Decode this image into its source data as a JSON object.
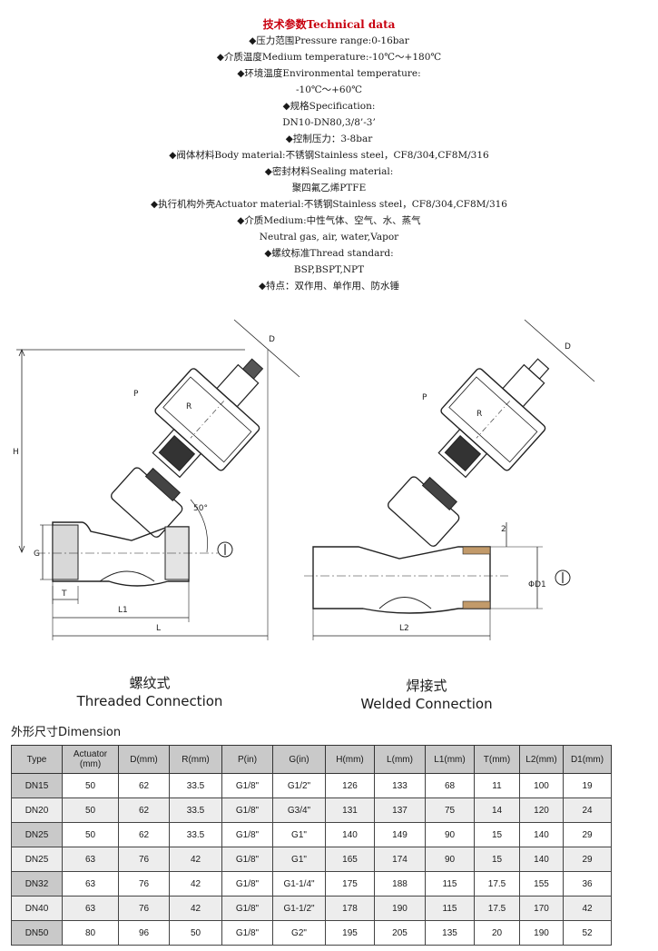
{
  "specs": {
    "title": "技术参数Technical data",
    "lines": [
      "◆压力范围Pressure range:0-16bar",
      "◆介质温度Medium temperature:-10℃～+180℃",
      "◆环境温度Environmental temperature:",
      "-10℃～+60℃",
      "◆规格Specification:",
      "DN10-DN80,3/8’-3’",
      "◆控制压力：3-8bar",
      "◆阀体材料Body material:不锈钢Stainless steel，CF8/304,CF8M/316",
      "◆密封材料Sealing material:",
      "聚四氟乙烯PTFE",
      "◆执行机构外壳Actuator material:不锈钢Stainless steel，CF8/304,CF8M/316",
      "◆介质Medium:中性气体、空气、水、蒸气",
      "Neutral gas, air, water,Vapor",
      "◆螺纹标准Thread standard:",
      "BSP,BSPT,NPT",
      "◆特点：双作用、单作用、防水锤"
    ]
  },
  "drawing": {
    "labels": {
      "D": "D",
      "P": "P",
      "R": "R",
      "H": "H",
      "G": "G",
      "T": "T",
      "L1": "L1",
      "L": "L",
      "angle": "50°",
      "L2": "L2",
      "two": "2",
      "D1": "ΦD1"
    },
    "threaded": {
      "cn": "螺纹式",
      "en": "Threaded Connection"
    },
    "welded": {
      "cn": "焊接式",
      "en": "Welded Connection"
    }
  },
  "dimension": {
    "title": "外形尺寸Dimension",
    "headers": [
      "Type",
      "Actuator (mm)",
      "D(mm)",
      "R(mm)",
      "P(in)",
      "G(in)",
      "H(mm)",
      "L(mm)",
      "L1(mm)",
      "T(mm)",
      "L2(mm)",
      "D1(mm)"
    ],
    "rows": [
      [
        "DN15",
        "50",
        "62",
        "33.5",
        "G1/8\"",
        "G1/2\"",
        "126",
        "133",
        "68",
        "11",
        "100",
        "19"
      ],
      [
        "DN20",
        "50",
        "62",
        "33.5",
        "G1/8\"",
        "G3/4\"",
        "131",
        "137",
        "75",
        "14",
        "120",
        "24"
      ],
      [
        "DN25",
        "50",
        "62",
        "33.5",
        "G1/8\"",
        "G1\"",
        "140",
        "149",
        "90",
        "15",
        "140",
        "29"
      ],
      [
        "DN25",
        "63",
        "76",
        "42",
        "G1/8\"",
        "G1\"",
        "165",
        "174",
        "90",
        "15",
        "140",
        "29"
      ],
      [
        "DN32",
        "63",
        "76",
        "42",
        "G1/8\"",
        "G1-1/4\"",
        "175",
        "188",
        "115",
        "17.5",
        "155",
        "36"
      ],
      [
        "DN40",
        "63",
        "76",
        "42",
        "G1/8\"",
        "G1-1/2\"",
        "178",
        "190",
        "115",
        "17.5",
        "170",
        "42"
      ],
      [
        "DN50",
        "80",
        "96",
        "50",
        "G1/8\"",
        "G2\"",
        "195",
        "205",
        "135",
        "20",
        "190",
        "52"
      ]
    ]
  }
}
